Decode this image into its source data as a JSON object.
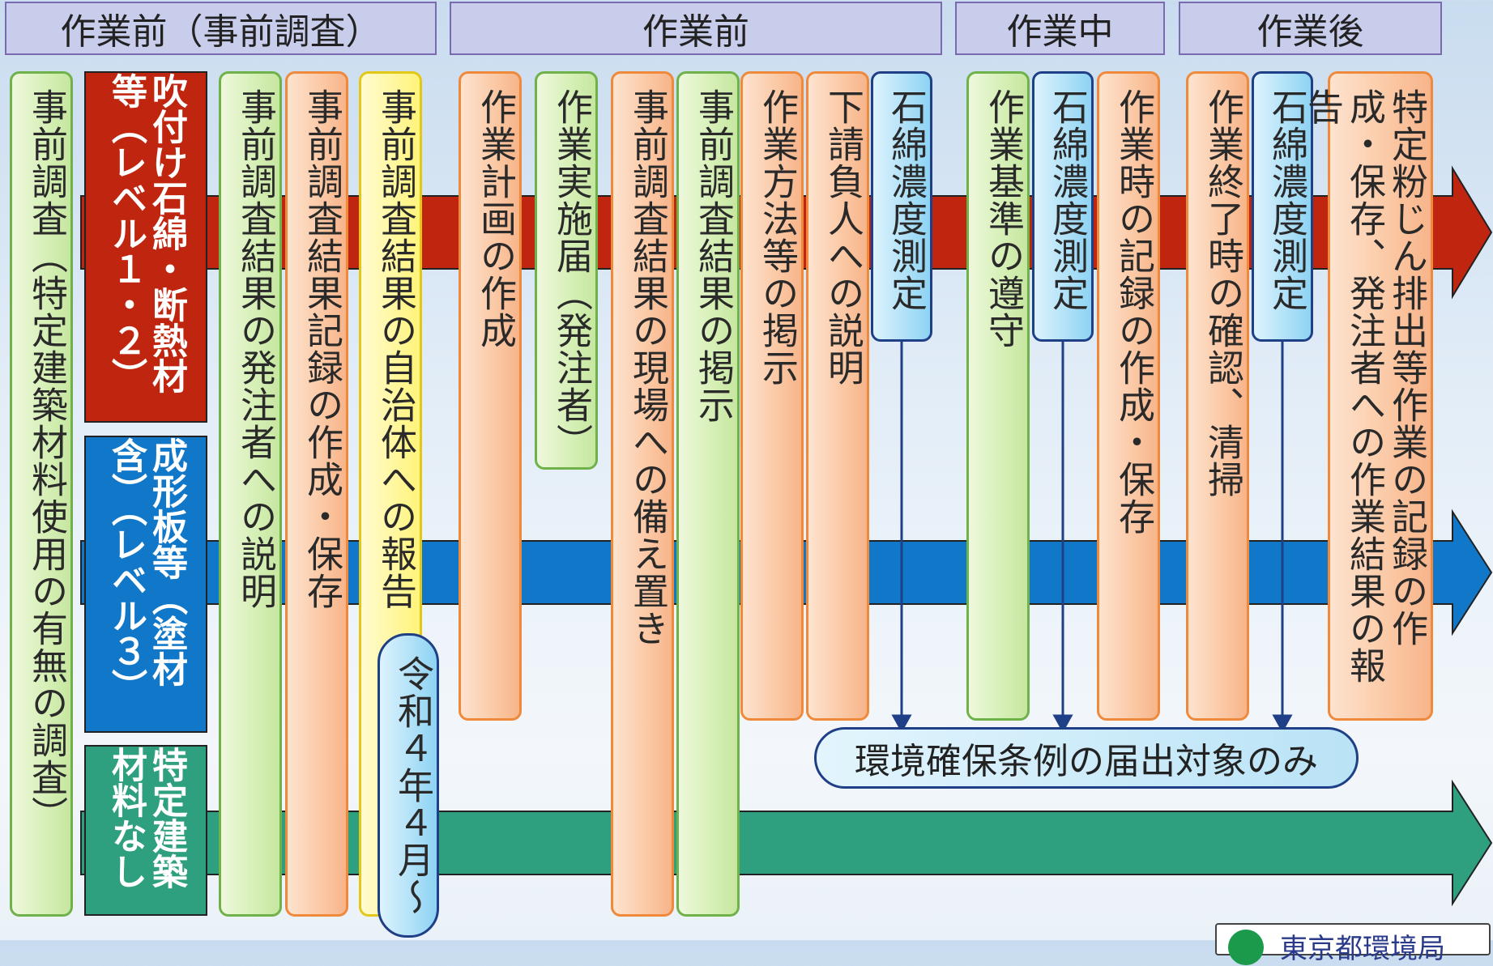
{
  "headers": {
    "pre_survey": "作業前（事前調査）",
    "before": "作業前",
    "during": "作業中",
    "after": "作業後"
  },
  "levels": {
    "l12": "吹付け石綿・断熱材等（レベル１・２）",
    "l3": "成形板等（塗材含）（レベル３）",
    "none": "特定建築材料なし"
  },
  "boxes": {
    "survey": "事前調査（特定建築材料使用の有無の調査）",
    "explain_owner": "事前調査結果の発注者への説明",
    "record": "事前調査結果記録の作成・保存",
    "report_municipality": "事前調査結果の自治体への報告",
    "since": "令和４年４月～",
    "plan": "作業計画の作成",
    "notification": "作業実施届（発注者）",
    "keep_on_site": "事前調査結果の現場への備え置き",
    "post_result": "事前調査結果の掲示",
    "post_method": "作業方法等の掲示",
    "explain_sub": "下請負人への説明",
    "measure1": "石綿濃度測定",
    "comply": "作業基準の遵守",
    "measure2": "石綿濃度測定",
    "work_record": "作業時の記録の作成・保存",
    "confirm_clean": "作業終了時の確認、清掃",
    "measure3": "石綿濃度測定",
    "final_report": "特定粉じん排出等作業の記録の作成・保存、発注者への作業結果の報告"
  },
  "pill": "環境確保条例の届出対象のみ",
  "logo": "東京都環境局",
  "colors": {
    "red": "#c0250f",
    "blue": "#1177c9",
    "green": "#2ea07f"
  }
}
